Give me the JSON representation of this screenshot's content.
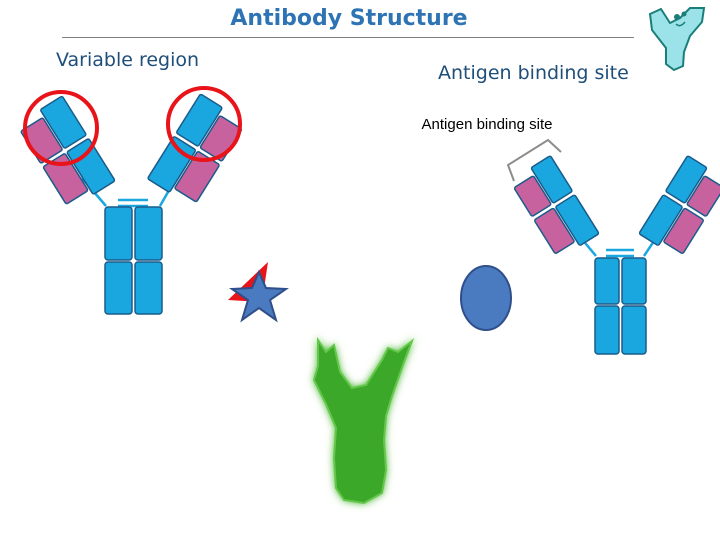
{
  "slide": {
    "title": "Antibody Structure",
    "variable_region_label": "Variable region",
    "antigen_binding_site_label": "Antigen binding site",
    "antigen_binding_site_small_label": "Antigen binding site"
  },
  "colors": {
    "title": "#2e74b5",
    "heavy_chain": "#1aa7e0",
    "light_chain": "#c8629f",
    "highlight_circle": "#e8141a",
    "antigen_blue": "#4a7bc0",
    "receptor_green": "#3aa82a"
  },
  "icons": [
    "mascot-icon",
    "star-antigen-icon",
    "oval-antigen-icon",
    "green-receptor-icon"
  ]
}
